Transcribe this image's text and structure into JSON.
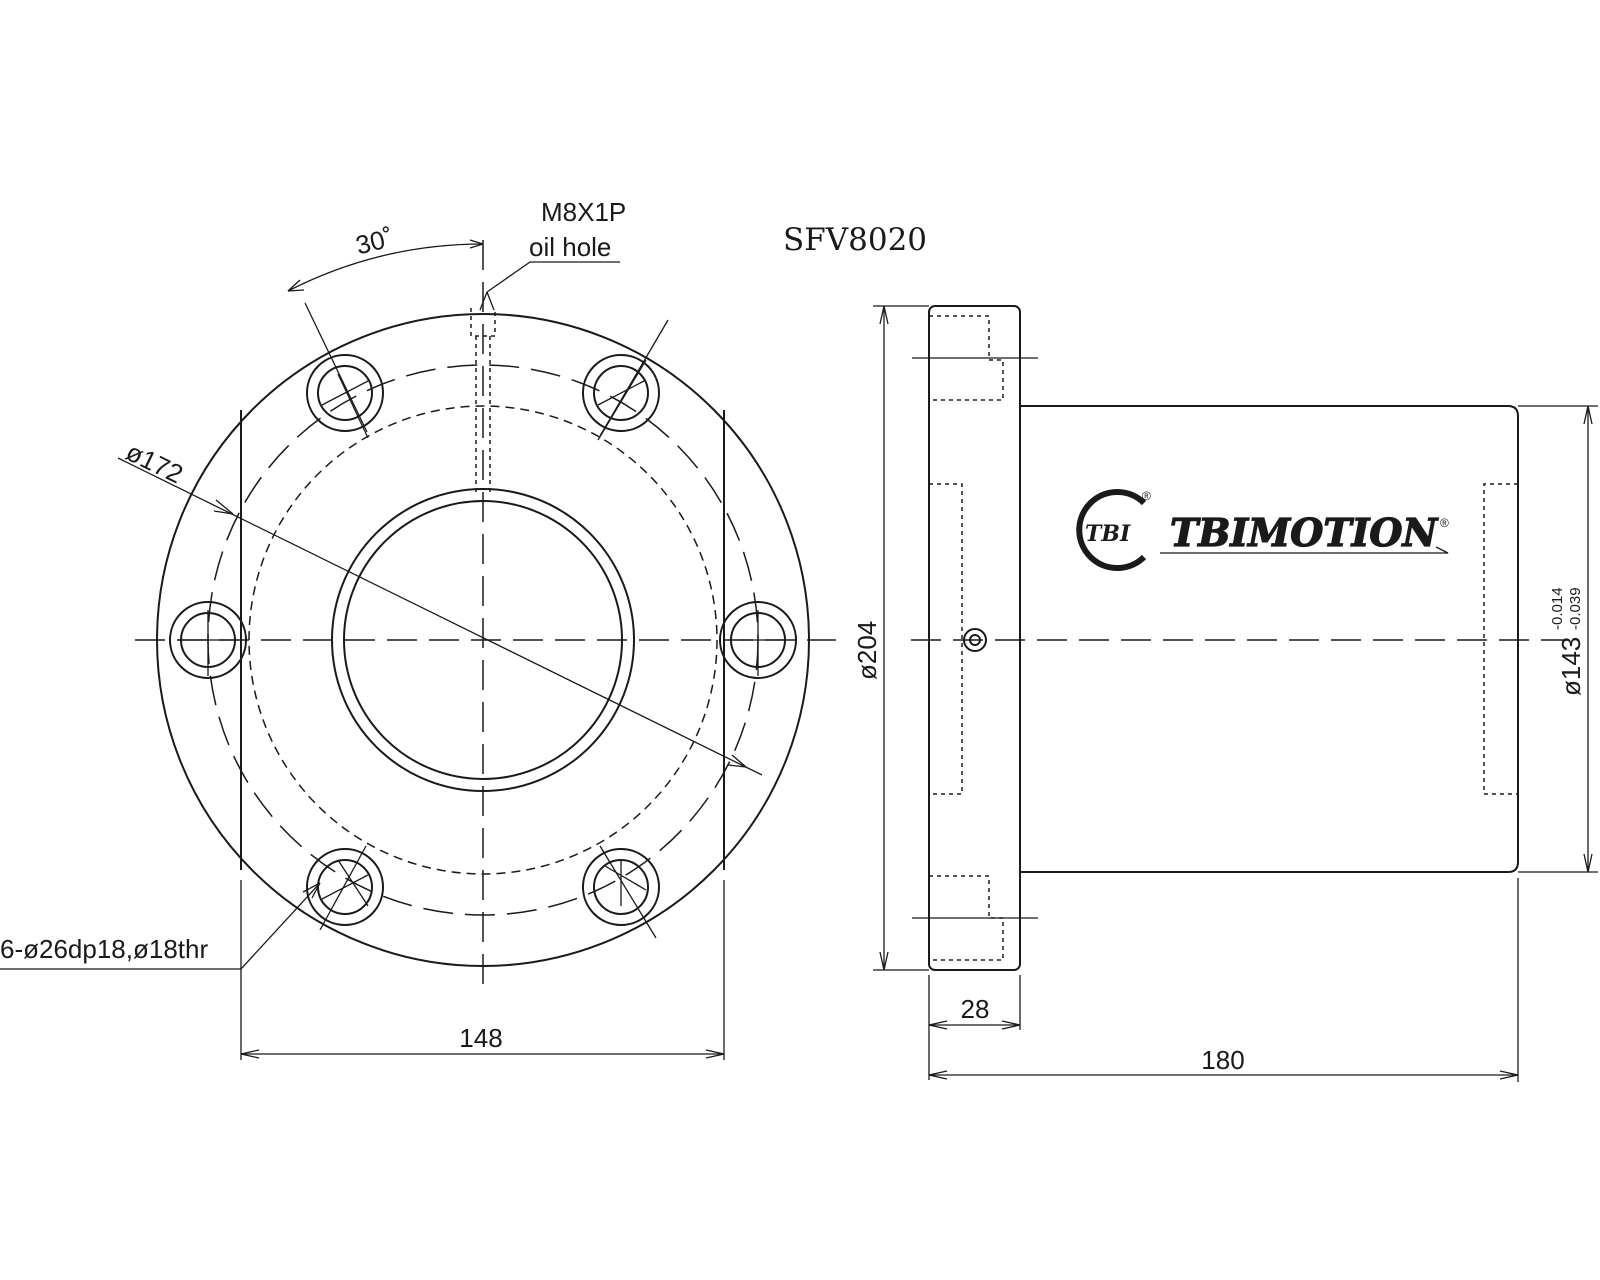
{
  "title": "SFV8020",
  "logo": {
    "mark_text": "TBI",
    "brand_text": "TBIMOTION",
    "registered": "®"
  },
  "annotations": {
    "angle": "30˚",
    "oil_hole_thread": "M8X1P",
    "oil_hole_label": "oil hole",
    "pcd": "ø172",
    "holes": "6-ø26dp18,ø18thr",
    "flange_dia": "ø204",
    "body_dia": "ø143",
    "body_dia_tol_upper": "-0.014",
    "body_dia_tol_lower": "-0.039",
    "flat_width": "148",
    "flange_thickness": "28",
    "total_length": "180"
  },
  "colors": {
    "line": "#1a1a1a",
    "background": "#ffffff"
  }
}
